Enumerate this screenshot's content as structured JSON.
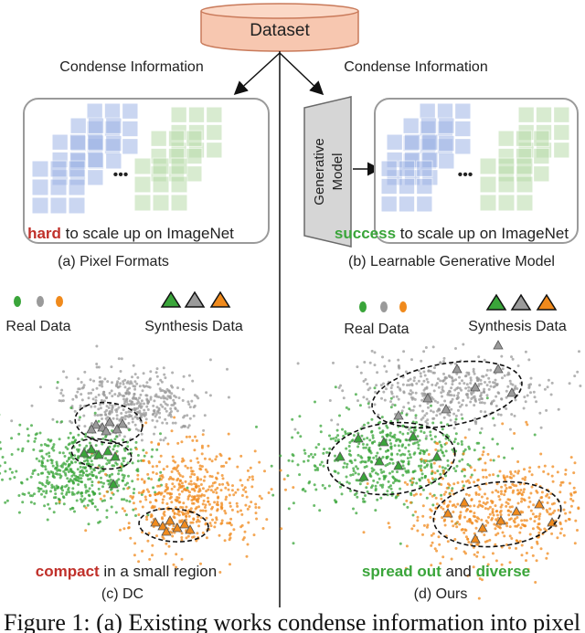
{
  "dataset_label": "Dataset",
  "left": {
    "arrow_label": "Condense Information",
    "ellipsis": "•••",
    "hard_word": "hard",
    "hard_rest": " to scale up on ImageNet",
    "subcaption": "(a) Pixel Formats",
    "legend_real": "Real Data",
    "legend_synth": "Synthesis Data",
    "compact_word": "compact",
    "compact_rest": " in a small region",
    "bottom_caption": "(c)  DC"
  },
  "right": {
    "arrow_label": "Condense Information",
    "generator_line1": "Generative",
    "generator_line2": "Model",
    "ellipsis": "•••",
    "success_word": "success",
    "success_rest": " to scale up on ImageNet",
    "subcaption": "(b) Learnable Generative Model",
    "legend_real": "Real Data",
    "legend_synth": "Synthesis Data",
    "spread_word": "spread out",
    "and_word": " and ",
    "diverse_word": "diverse",
    "bottom_caption": "(d)  Ours"
  },
  "figure_caption": "Figure 1: (a) Existing works condense information into pixel",
  "colors": {
    "green": "#3aa53a",
    "gray": "#9a9a9a",
    "orange": "#f08a1c",
    "red": "#c0302a",
    "blue_tile": "#9fb5e6",
    "green_tile": "#b9dcaa",
    "db_fill": "#f7c7b0",
    "db_stroke": "#c97a5a"
  }
}
